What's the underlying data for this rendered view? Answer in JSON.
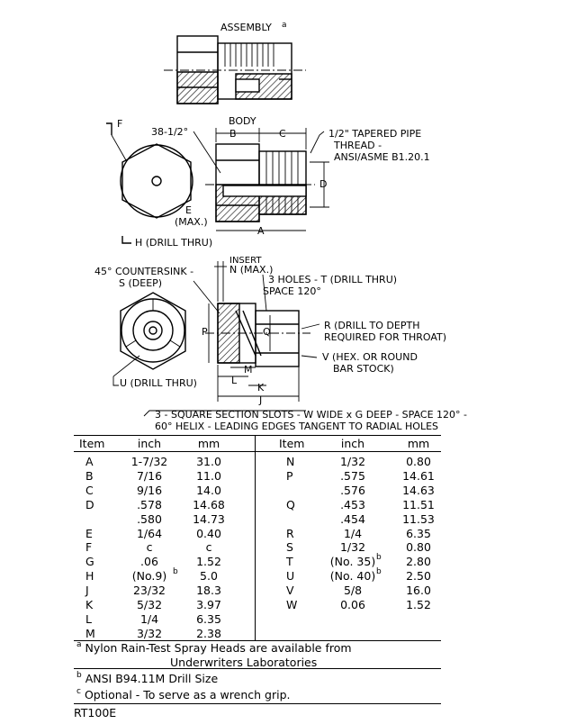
{
  "drawing": {
    "assembly_label": "ASSEMBLY",
    "assembly_note": "a",
    "body_label": "BODY",
    "insert_label": "INSERT",
    "labels": {
      "F": "F",
      "angle": "38-1/2°",
      "B": "B",
      "C": "C",
      "pipe1": "1/2\" TAPERED PIPE",
      "pipe2": "THREAD -",
      "pipe3": "ANSI/ASME B1.20.1",
      "D": "D",
      "E1": "E",
      "E2": "(MAX.)",
      "A": "A",
      "H": "H (DRILL THRU)",
      "N": "N (MAX.)",
      "cs1": "45° COUNTERSINK -",
      "cs2": "S (DEEP)",
      "t1": "3 HOLES - T (DRILL THRU)",
      "t2": "SPACE 120°",
      "P": "P",
      "Q": "Q",
      "R1": "R (DRILL TO DEPTH",
      "R2": "REQUIRED FOR THROAT)",
      "V1": "V (HEX. OR ROUND",
      "V2": "BAR STOCK)",
      "L": "L",
      "M": "M",
      "K": "K",
      "J": "J",
      "U": "U (DRILL THRU)",
      "slots1": "3 - SQUARE SECTION SLOTS - W WIDE x G DEEP - SPACE 120° -",
      "slots2": "60° HELIX - LEADING EDGES TANGENT TO RADIAL HOLES"
    }
  },
  "table": {
    "headers": [
      "Item",
      "inch",
      "mm",
      "Item",
      "inch",
      "mm"
    ],
    "left": [
      {
        "item": "A",
        "inch": "1-7/32",
        "mm": "31.0"
      },
      {
        "item": "B",
        "inch": "7/16",
        "mm": "11.0"
      },
      {
        "item": "C",
        "inch": "9/16",
        "mm": "14.0"
      },
      {
        "item": "D",
        "inch": ".578",
        "mm": "14.68"
      },
      {
        "item": "",
        "inch": ".580",
        "mm": "14.73"
      },
      {
        "item": "E",
        "inch": "1/64",
        "mm": "0.40"
      },
      {
        "item": "F",
        "inch": "c",
        "mm": "c"
      },
      {
        "item": "G",
        "inch": ".06",
        "mm": "1.52"
      },
      {
        "item": "H",
        "inch": "(No.9)",
        "sup": "b",
        "mm": "5.0"
      },
      {
        "item": "J",
        "inch": "23/32",
        "mm": "18.3"
      },
      {
        "item": "K",
        "inch": "5/32",
        "mm": "3.97"
      },
      {
        "item": "L",
        "inch": "1/4",
        "mm": "6.35"
      },
      {
        "item": "M",
        "inch": "3/32",
        "mm": "2.38"
      }
    ],
    "right": [
      {
        "item": "N",
        "inch": "1/32",
        "mm": "0.80"
      },
      {
        "item": "P",
        "inch": ".575",
        "mm": "14.61"
      },
      {
        "item": "",
        "inch": ".576",
        "mm": "14.63"
      },
      {
        "item": "Q",
        "inch": ".453",
        "mm": "11.51"
      },
      {
        "item": "",
        "inch": ".454",
        "mm": "11.53"
      },
      {
        "item": "R",
        "inch": "1/4",
        "mm": "6.35"
      },
      {
        "item": "S",
        "inch": "1/32",
        "mm": "0.80"
      },
      {
        "item": "T",
        "inch": "(No. 35)",
        "sup": "b",
        "mm": "2.80"
      },
      {
        "item": "U",
        "inch": "(No. 40)",
        "sup": "b",
        "mm": "2.50"
      },
      {
        "item": "V",
        "inch": "5/8",
        "mm": "16.0"
      },
      {
        "item": "W",
        "inch": "0.06",
        "mm": "1.52"
      }
    ]
  },
  "notes": [
    {
      "mark": "a",
      "text": "Nylon Rain-Test Spray Heads are available from",
      "text2": "Underwriters Laboratories"
    },
    {
      "mark": "b",
      "text": "ANSI B94.11M Drill Size"
    },
    {
      "mark": "c",
      "text": "Optional  -  To serve as a wrench grip."
    }
  ],
  "code": "RT100E"
}
